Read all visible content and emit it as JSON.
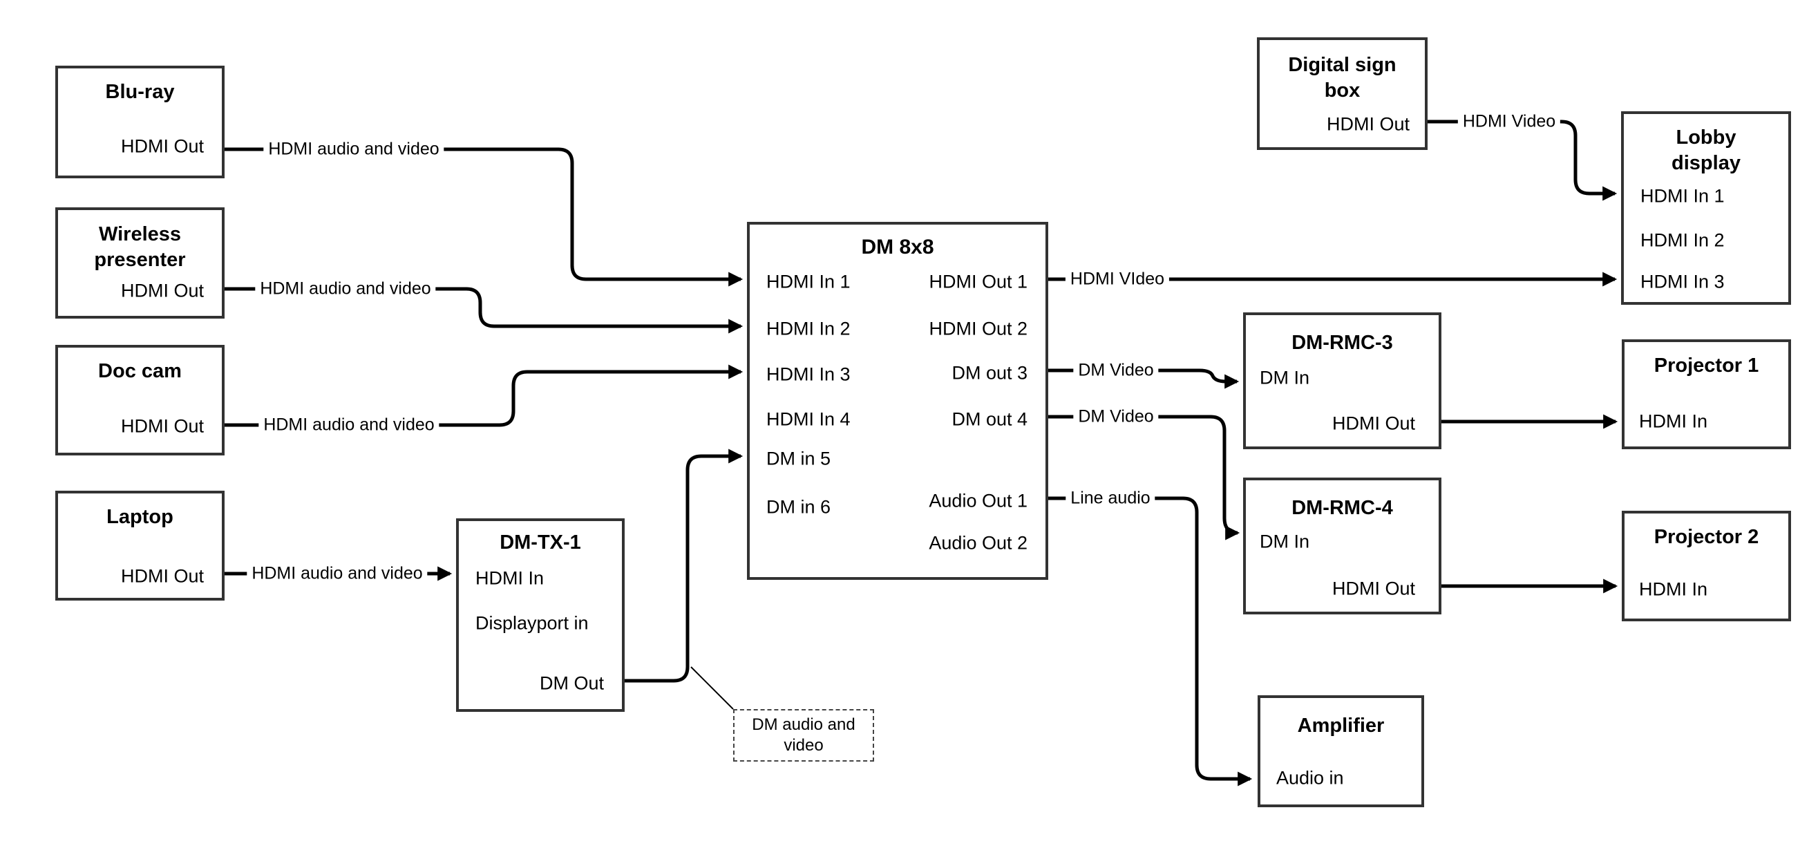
{
  "nodes": {
    "bluray": {
      "title": "Blu-ray",
      "ports": {
        "hdmi_out": "HDMI Out"
      }
    },
    "wireless_presenter": {
      "title": "Wireless presenter",
      "ports": {
        "hdmi_out": "HDMI Out"
      }
    },
    "doc_cam": {
      "title": "Doc cam",
      "ports": {
        "hdmi_out": "HDMI Out"
      }
    },
    "laptop": {
      "title": "Laptop",
      "ports": {
        "hdmi_out": "HDMI Out"
      }
    },
    "dm_tx_1": {
      "title": "DM-TX-1",
      "ports": {
        "hdmi_in": "HDMI In",
        "displayport_in": "Displayport in",
        "dm_out": "DM Out"
      }
    },
    "dm_8x8": {
      "title": "DM 8x8",
      "inputs": [
        "HDMI In 1",
        "HDMI In 2",
        "HDMI In 3",
        "HDMI In 4",
        "DM in 5",
        "DM in 6"
      ],
      "outputs": [
        "HDMI Out 1",
        "HDMI Out 2",
        "DM out 3",
        "DM out 4",
        "Audio Out 1",
        "Audio Out 2"
      ]
    },
    "digital_sign_box": {
      "title": "Digital sign box",
      "ports": {
        "hdmi_out": "HDMI Out"
      }
    },
    "lobby_display": {
      "title": "Lobby display",
      "ports": {
        "hdmi_in_1": "HDMI In 1",
        "hdmi_in_2": "HDMI In 2",
        "hdmi_in_3": "HDMI In 3"
      }
    },
    "dm_rmc_3": {
      "title": "DM-RMC-3",
      "ports": {
        "dm_in": "DM In",
        "hdmi_out": "HDMI Out"
      }
    },
    "projector_1": {
      "title": "Projector 1",
      "ports": {
        "hdmi_in": "HDMI In"
      }
    },
    "dm_rmc_4": {
      "title": "DM-RMC-4",
      "ports": {
        "dm_in": "DM In",
        "hdmi_out": "HDMI Out"
      }
    },
    "projector_2": {
      "title": "Projector 2",
      "ports": {
        "hdmi_in": "HDMI In"
      }
    },
    "amplifier": {
      "title": "Amplifier",
      "ports": {
        "audio_in": "Audio in"
      }
    }
  },
  "edge_labels": {
    "bluray_to_dm8x8": "HDMI audio and video",
    "wireless_to_dm8x8": "HDMI audio and video",
    "doccam_to_dm8x8": "HDMI audio and video",
    "laptop_to_dmtx1": "HDMI audio and video",
    "hdmiout1_to_lobby": "HDMI VIdeo",
    "dmout3_to_rmc3": "DM Video",
    "dmout4_to_rmc4": "DM Video",
    "audioout1_to_amp": "Line audio",
    "digitalsign_to_lobby": "HDMI Video",
    "dm_callout": "DM audio and video"
  },
  "colors": {
    "wire": "#000000",
    "box_border": "#333333",
    "text": "#000000",
    "background": "#ffffff"
  }
}
